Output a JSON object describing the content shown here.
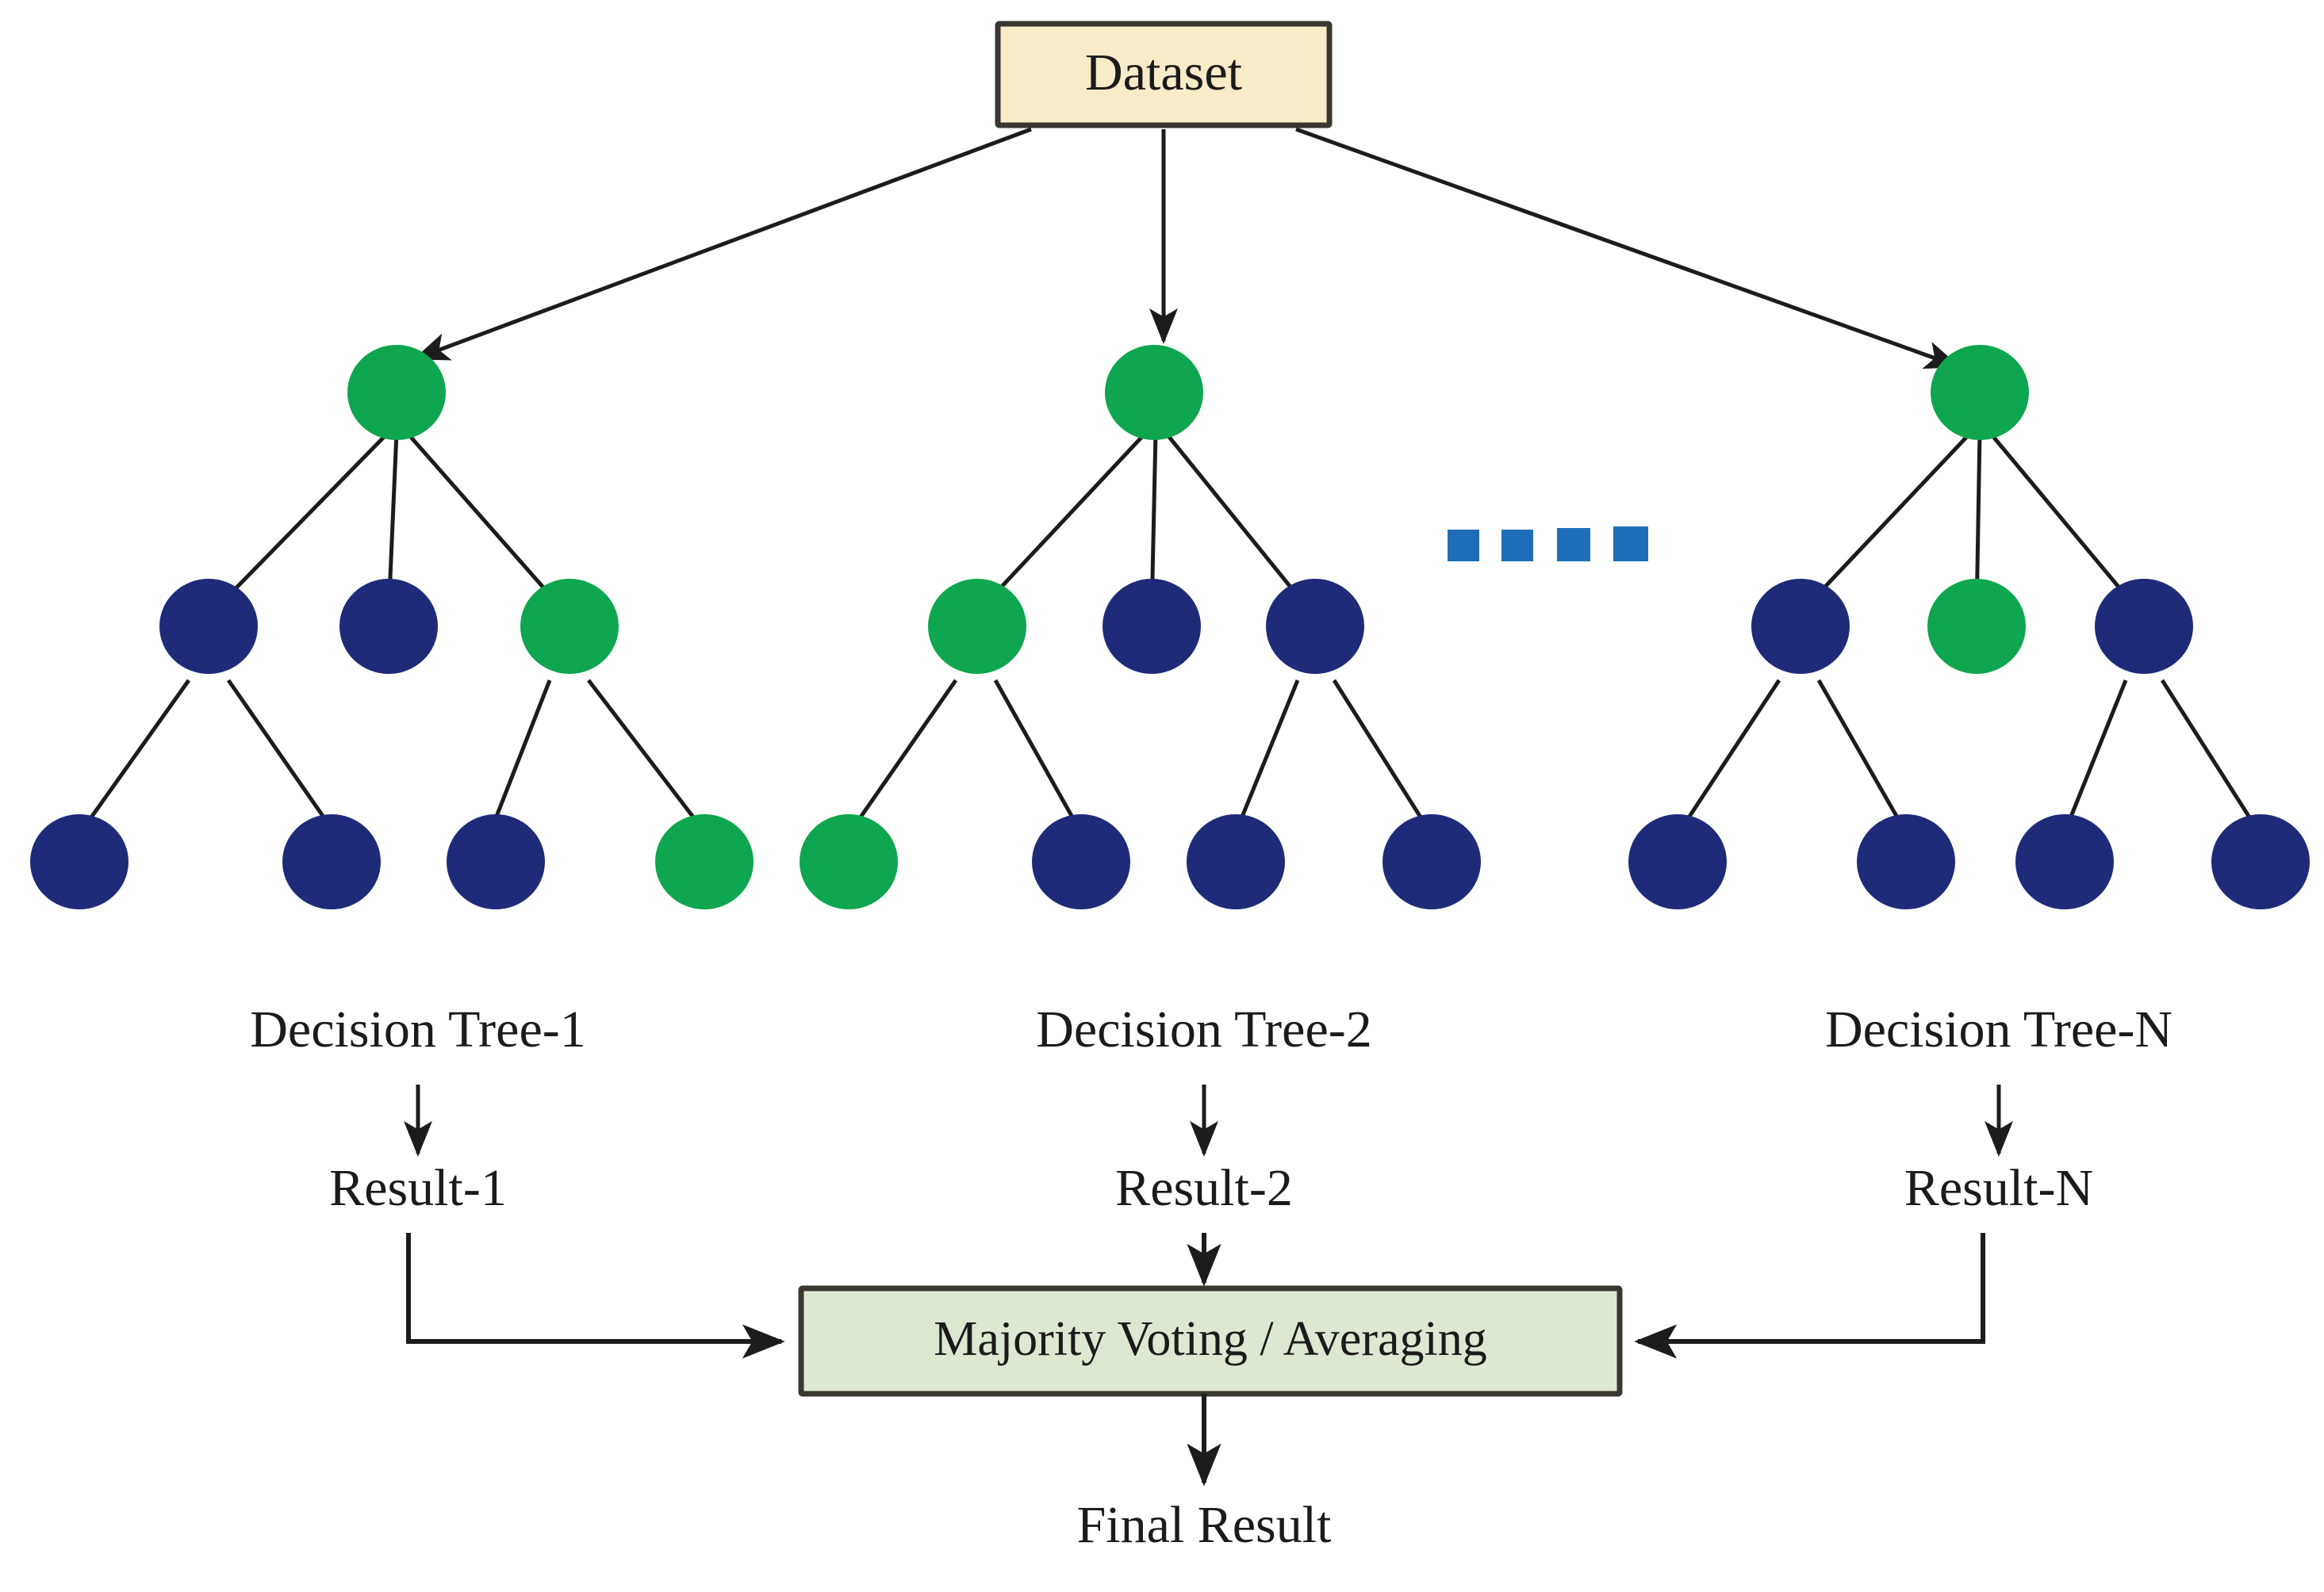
{
  "diagram": {
    "title_box": {
      "label": "Dataset",
      "fill": "#f7ebc8",
      "border": "#3a3630"
    },
    "aggregator_box": {
      "label": "Majority Voting / Averaging",
      "fill": "#dde8d3",
      "border": "#3a3630"
    },
    "final_output": {
      "label": "Final Result"
    },
    "colors": {
      "node_green": "#0ea64e",
      "node_blue": "#1f2a78",
      "ellipsis_square": "#1f6fb8",
      "edge": "#1c1c1c",
      "background": "#ffffff"
    },
    "ellipsis": {
      "name": "more-trees-ellipsis",
      "count": 4,
      "shape": "square"
    },
    "trees": [
      {
        "id": "tree-1",
        "caption": "Decision Tree-1",
        "result_label": "Result-1",
        "root": {
          "color": "green"
        },
        "level2": [
          {
            "color": "blue"
          },
          {
            "color": "blue"
          },
          {
            "color": "green"
          }
        ],
        "leaves": [
          {
            "color": "blue"
          },
          {
            "color": "blue"
          },
          {
            "color": "blue"
          },
          {
            "color": "green"
          }
        ]
      },
      {
        "id": "tree-2",
        "caption": "Decision Tree-2",
        "result_label": "Result-2",
        "root": {
          "color": "green"
        },
        "level2": [
          {
            "color": "green"
          },
          {
            "color": "blue"
          },
          {
            "color": "blue"
          }
        ],
        "leaves": [
          {
            "color": "green"
          },
          {
            "color": "blue"
          },
          {
            "color": "blue"
          },
          {
            "color": "blue"
          }
        ]
      },
      {
        "id": "tree-n",
        "caption": "Decision Tree-N",
        "result_label": "Result-N",
        "root": {
          "color": "green"
        },
        "level2": [
          {
            "color": "blue"
          },
          {
            "color": "green"
          },
          {
            "color": "blue"
          }
        ],
        "leaves": [
          {
            "color": "blue"
          },
          {
            "color": "blue"
          },
          {
            "color": "blue"
          },
          {
            "color": "blue"
          }
        ]
      }
    ]
  }
}
